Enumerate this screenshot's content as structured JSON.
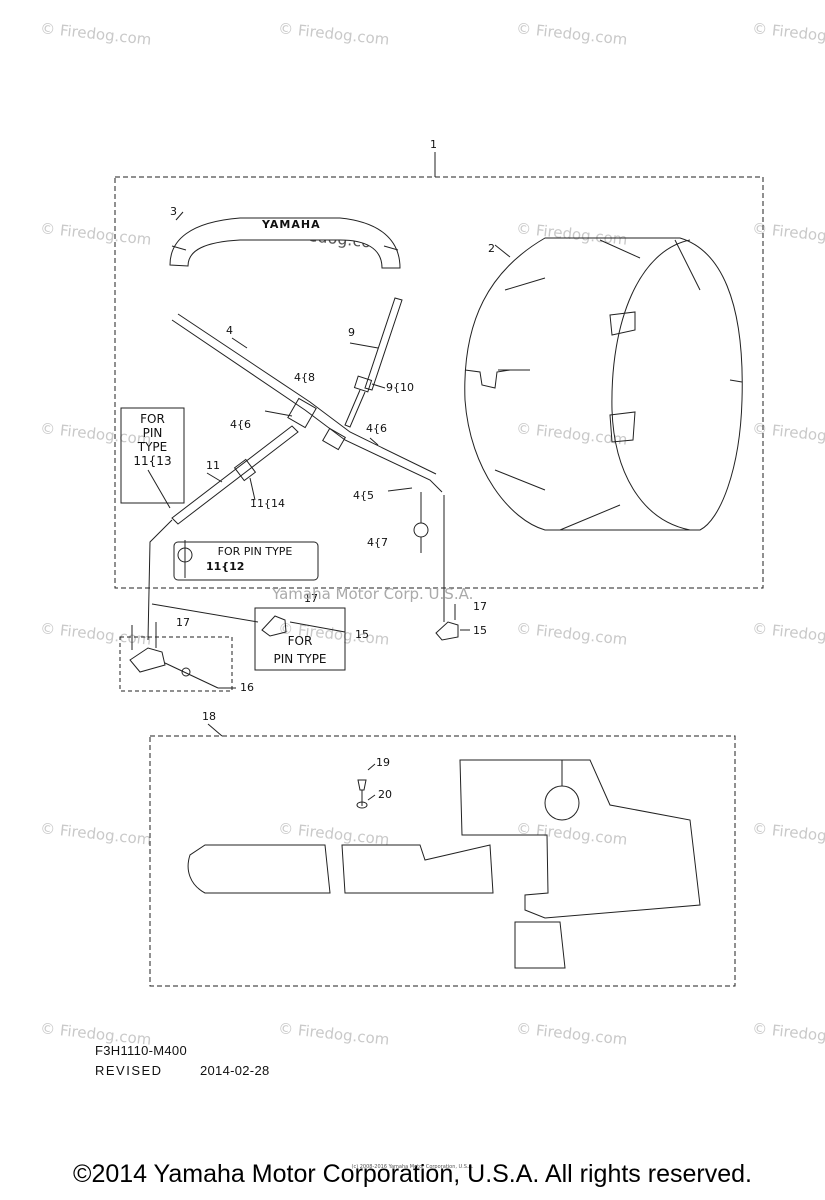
{
  "watermark": "© Firedog.com",
  "callouts": {
    "c1": "1",
    "c2": "2",
    "c3": "3",
    "c4": "4",
    "c4_8": "4{8",
    "c4_6a": "4{6",
    "c4_6b": "4{6",
    "c4_5": "4{5",
    "c4_7": "4{7",
    "c9": "9",
    "c9_10": "9{10",
    "c11": "11",
    "c11_14": "11{14",
    "c11_12": "11{12",
    "c11_13": "11{13",
    "c15a": "15",
    "c15b": "15",
    "c16": "16",
    "c17a": "17",
    "c17b": "17",
    "c17c": "17",
    "c18": "18",
    "c19": "19",
    "c20": "20"
  },
  "notes": {
    "pin_type_box": [
      "FOR",
      "PIN",
      "TYPE"
    ],
    "pin_type_inline": "FOR PIN TYPE",
    "pin_type_15": [
      "FOR",
      "PIN TYPE"
    ]
  },
  "logo_text": "YAMAHA",
  "overlay_watermark": "Yamaha Motor Corp. U.S.A.",
  "drawing_code": "F3H1110-M400",
  "revised_label": "REVISED",
  "revised_date": "2014-02-28",
  "fine_print": "(c) 2008-2016 Yamaha Motor Corporation, U.S.A.",
  "copyright": "©2014 Yamaha Motor Corporation, U.S.A. All rights reserved."
}
